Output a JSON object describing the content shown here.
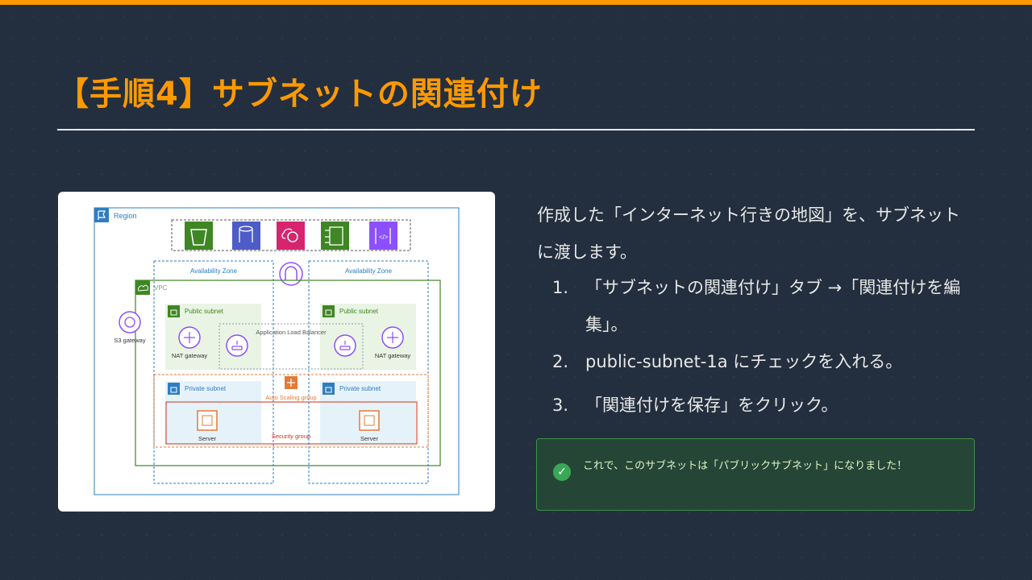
{
  "slide": {
    "title": "【手順4】サブネットの関連付け",
    "description": "作成した「インターネット行きの地図」を、サブネットに渡します。",
    "steps": [
      {
        "num": "1.",
        "text": "「サブネットの関連付け」タブ →「関連付けを編集」。"
      },
      {
        "num": "2.",
        "text": "public-subnet-1a にチェックを入れる。"
      },
      {
        "num": "3.",
        "text": "「関連付けを保存」をクリック。"
      }
    ],
    "note": "これで、このサブネットは「パブリックサブネット」になりました！"
  },
  "diagram": {
    "region": "Region",
    "vpc": "VPC",
    "az_left": "Availability Zone",
    "az_right": "Availability Zone",
    "public_subnet_left": "Public subnet",
    "public_subnet_right": "Public subnet",
    "private_subnet_left": "Private subnet",
    "private_subnet_right": "Private subnet",
    "nat_left": "NAT gateway",
    "nat_right": "NAT gateway",
    "alb": "Application Load Balancer",
    "asg": "Auto Scaling group",
    "security_group": "Security group",
    "server_left": "Server",
    "server_right": "Server",
    "s3_gateway": "S3 gateway"
  },
  "colors": {
    "accent": "#ff9900",
    "background": "#232f3e",
    "note_bg": "#254637",
    "note_border": "#3f8f4a",
    "check": "#3aa756"
  }
}
